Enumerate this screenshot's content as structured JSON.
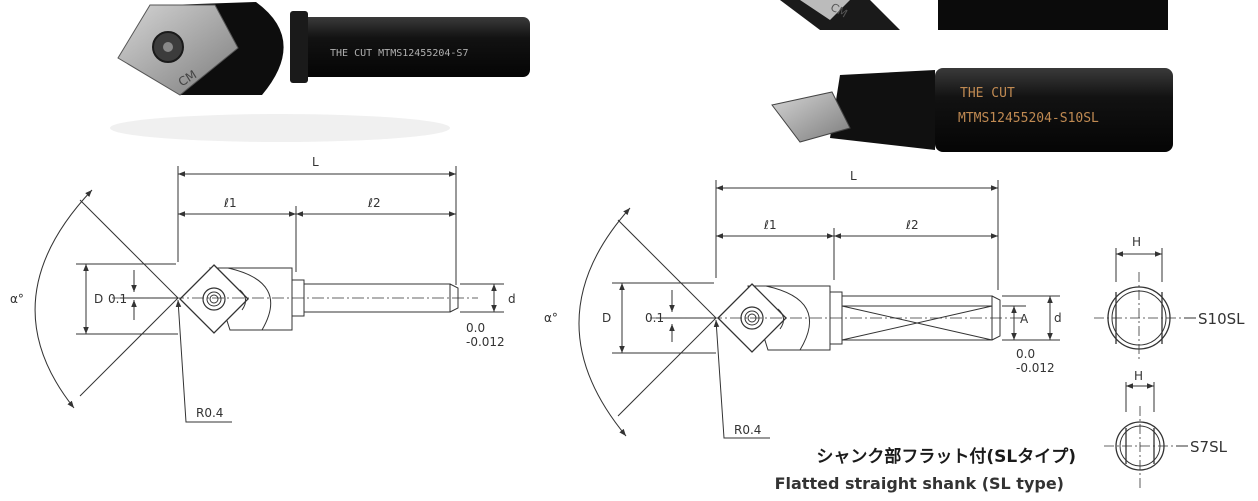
{
  "photo_left": {
    "engraving": "THE CUT    MTMS12455204-S7",
    "insert_mark": "CM"
  },
  "photo_right": {
    "engraving_1": "THE CUT",
    "engraving_2": "MTMS12455204-S10SL",
    "insert_mark": "CM"
  },
  "drawing_left": {
    "L": "L",
    "l1": "ℓ1",
    "l2": "ℓ2",
    "alpha": "α°",
    "D": "D",
    "offset": "0.1",
    "d": "d",
    "tol_upper": "0.0",
    "tol_lower": "-0.012",
    "radius": "R0.4"
  },
  "drawing_right": {
    "L": "L",
    "l1": "ℓ1",
    "l2": "ℓ2",
    "alpha": "α°",
    "D": "D",
    "offset": "0.1",
    "A": "A",
    "d": "d",
    "tol_upper": "0.0",
    "tol_lower": "-0.012",
    "radius": "R0.4"
  },
  "sections": [
    {
      "H": "H",
      "label": "S10SL"
    },
    {
      "H": "H",
      "label": "S7SL"
    }
  ],
  "caption": {
    "jp": "シャンク部フラット付(SLタイプ)",
    "en": "Flatted straight shank (SL type)"
  }
}
